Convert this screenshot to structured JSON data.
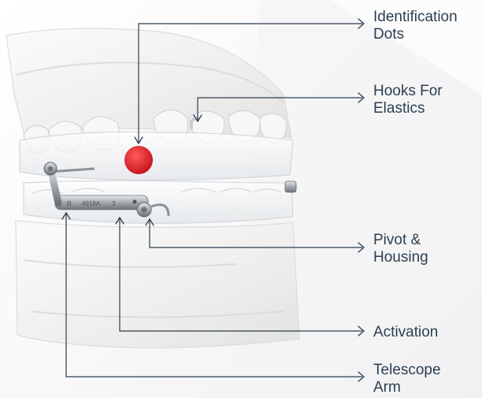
{
  "colors": {
    "leader_line": "#2c3e50",
    "label_text": "#2c3e50",
    "identification_dot": "#e01b24",
    "model_plaster": "#f1f1ef",
    "metal": "#9ea3a8"
  },
  "appliance_engraving": {
    "side": "R",
    "part_number": "4918A",
    "activation_mark": "3"
  },
  "callouts": {
    "identification_dots": {
      "line1": "Identification",
      "line2": "Dots",
      "icon": "arrow-right-icon"
    },
    "hooks_for_elastics": {
      "line1": "Hooks For",
      "line2": "Elastics",
      "icon": "arrow-right-icon"
    },
    "pivot_housing": {
      "line1": "Pivot &",
      "line2": "Housing",
      "icon": "arrow-right-icon"
    },
    "activation": {
      "line1": "Activation",
      "icon": "arrow-right-icon"
    },
    "telescope_arm": {
      "line1": "Telescope",
      "line2": "Arm",
      "icon": "arrow-right-icon"
    }
  }
}
